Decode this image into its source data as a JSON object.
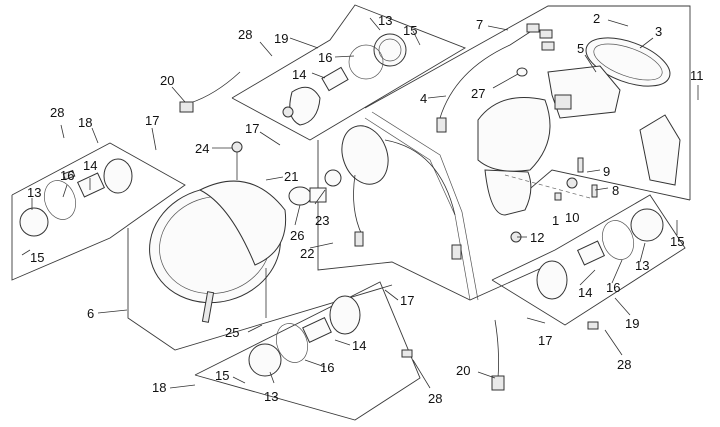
{
  "diagram": {
    "type": "exploded-parts-view",
    "subject": "headlamp, turn indicators, tail light and wiring assembly"
  },
  "callouts": [
    {
      "id": "c2",
      "label": "2"
    },
    {
      "id": "c3",
      "label": "3"
    },
    {
      "id": "c7",
      "label": "7"
    },
    {
      "id": "c5",
      "label": "5"
    },
    {
      "id": "c11",
      "label": "11"
    },
    {
      "id": "c4",
      "label": "4"
    },
    {
      "id": "c27",
      "label": "27"
    },
    {
      "id": "c9",
      "label": "9"
    },
    {
      "id": "c8",
      "label": "8"
    },
    {
      "id": "c10",
      "label": "10"
    },
    {
      "id": "c1",
      "label": "1"
    },
    {
      "id": "c12",
      "label": "12"
    },
    {
      "id": "c13_tr",
      "label": "13"
    },
    {
      "id": "c15_tr",
      "label": "15"
    },
    {
      "id": "c16_tr",
      "label": "16"
    },
    {
      "id": "c14_tr",
      "label": "14"
    },
    {
      "id": "c19_t",
      "label": "19"
    },
    {
      "id": "c28_t",
      "label": "28"
    },
    {
      "id": "c20_t",
      "label": "20"
    },
    {
      "id": "c17_c",
      "label": "17"
    },
    {
      "id": "c24",
      "label": "24"
    },
    {
      "id": "c21",
      "label": "21"
    },
    {
      "id": "c23",
      "label": "23"
    },
    {
      "id": "c26",
      "label": "26"
    },
    {
      "id": "c22",
      "label": "22"
    },
    {
      "id": "c28_l",
      "label": "28"
    },
    {
      "id": "c18_l",
      "label": "18"
    },
    {
      "id": "c17_l",
      "label": "17"
    },
    {
      "id": "c13_l",
      "label": "13"
    },
    {
      "id": "c16_l",
      "label": "16"
    },
    {
      "id": "c14_l",
      "label": "14"
    },
    {
      "id": "c15_l",
      "label": "15"
    },
    {
      "id": "c6",
      "label": "6"
    },
    {
      "id": "c25",
      "label": "25"
    },
    {
      "id": "c17_b",
      "label": "17"
    },
    {
      "id": "c14_b",
      "label": "14"
    },
    {
      "id": "c16_b",
      "label": "16"
    },
    {
      "id": "c15_b",
      "label": "15"
    },
    {
      "id": "c13_b",
      "label": "13"
    },
    {
      "id": "c18_b",
      "label": "18"
    },
    {
      "id": "c28_b",
      "label": "28"
    },
    {
      "id": "c20_b",
      "label": "20"
    },
    {
      "id": "c17_r",
      "label": "17"
    },
    {
      "id": "c14_r",
      "label": "14"
    },
    {
      "id": "c16_r",
      "label": "16"
    },
    {
      "id": "c13_r",
      "label": "13"
    },
    {
      "id": "c15_r",
      "label": "15"
    },
    {
      "id": "c19_r",
      "label": "19"
    },
    {
      "id": "c28_r",
      "label": "28"
    }
  ]
}
